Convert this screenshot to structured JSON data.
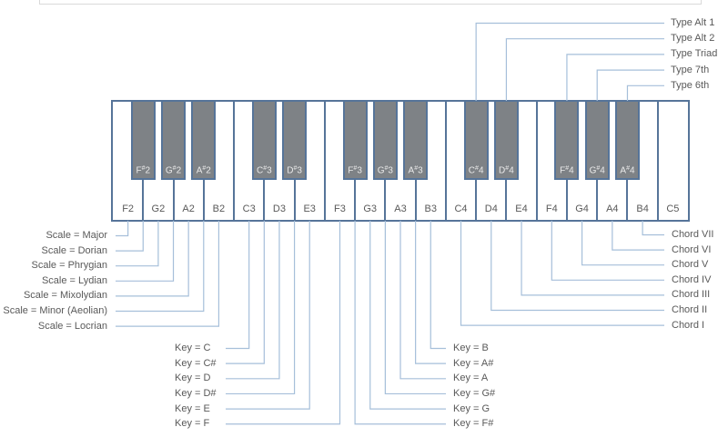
{
  "keyboard": {
    "white_keys": [
      "F2",
      "G2",
      "A2",
      "B2",
      "C3",
      "D3",
      "E3",
      "F3",
      "G3",
      "A3",
      "B3",
      "C4",
      "D4",
      "E4",
      "F4",
      "G4",
      "A4",
      "B4",
      "C5"
    ],
    "black_keys": [
      "F#2",
      "G#2",
      "A#2",
      "C#3",
      "D#3",
      "F#3",
      "G#3",
      "A#3",
      "C#4",
      "D#4",
      "F#4",
      "G#4",
      "A#4"
    ]
  },
  "annotations": {
    "types": [
      {
        "label": "Type Alt 1",
        "note": "C#4"
      },
      {
        "label": "Type Alt 2",
        "note": "D#4"
      },
      {
        "label": "Type Triad",
        "note": "F#4"
      },
      {
        "label": "Type 7th",
        "note": "G#4"
      },
      {
        "label": "Type 6th",
        "note": "A#4"
      }
    ],
    "scales": [
      {
        "label": "Scale = Major",
        "note": "F2"
      },
      {
        "label": "Scale = Dorian",
        "note": "F#2"
      },
      {
        "label": "Scale = Phrygian",
        "note": "G2"
      },
      {
        "label": "Scale = Lydian",
        "note": "G#2"
      },
      {
        "label": "Scale = Mixolydian",
        "note": "A2"
      },
      {
        "label": "Scale = Minor (Aeolian)",
        "note": "A#2"
      },
      {
        "label": "Scale = Locrian",
        "note": "B2"
      }
    ],
    "keys_left": [
      {
        "label": "Key = C",
        "note": "C3"
      },
      {
        "label": "Key = C#",
        "note": "C#3"
      },
      {
        "label": "Key = D",
        "note": "D3"
      },
      {
        "label": "Key = D#",
        "note": "D#3"
      },
      {
        "label": "Key = E",
        "note": "E3"
      },
      {
        "label": "Key = F",
        "note": "F3"
      }
    ],
    "keys_right": [
      {
        "label": "Key = B",
        "note": "B3"
      },
      {
        "label": "Key = A#",
        "note": "A#3"
      },
      {
        "label": "Key = A",
        "note": "A3"
      },
      {
        "label": "Key = G#",
        "note": "G#3"
      },
      {
        "label": "Key = G",
        "note": "G3"
      },
      {
        "label": "Key = F#",
        "note": "F#3"
      }
    ],
    "chords": [
      {
        "label": "Chord VII",
        "note": "B4"
      },
      {
        "label": "Chord VI",
        "note": "A4"
      },
      {
        "label": "Chord V",
        "note": "G4"
      },
      {
        "label": "Chord IV",
        "note": "F4"
      },
      {
        "label": "Chord III",
        "note": "E4"
      },
      {
        "label": "Chord II",
        "note": "D4"
      },
      {
        "label": "Chord I",
        "note": "C4"
      }
    ]
  },
  "colors": {
    "key_outline": "#567499",
    "connector_line": "#a6bfda",
    "black_key_fill": "#7e8286",
    "black_key_label": "#eaeaea",
    "label_text": "#595959",
    "top_rule": "#d9d9d9"
  }
}
